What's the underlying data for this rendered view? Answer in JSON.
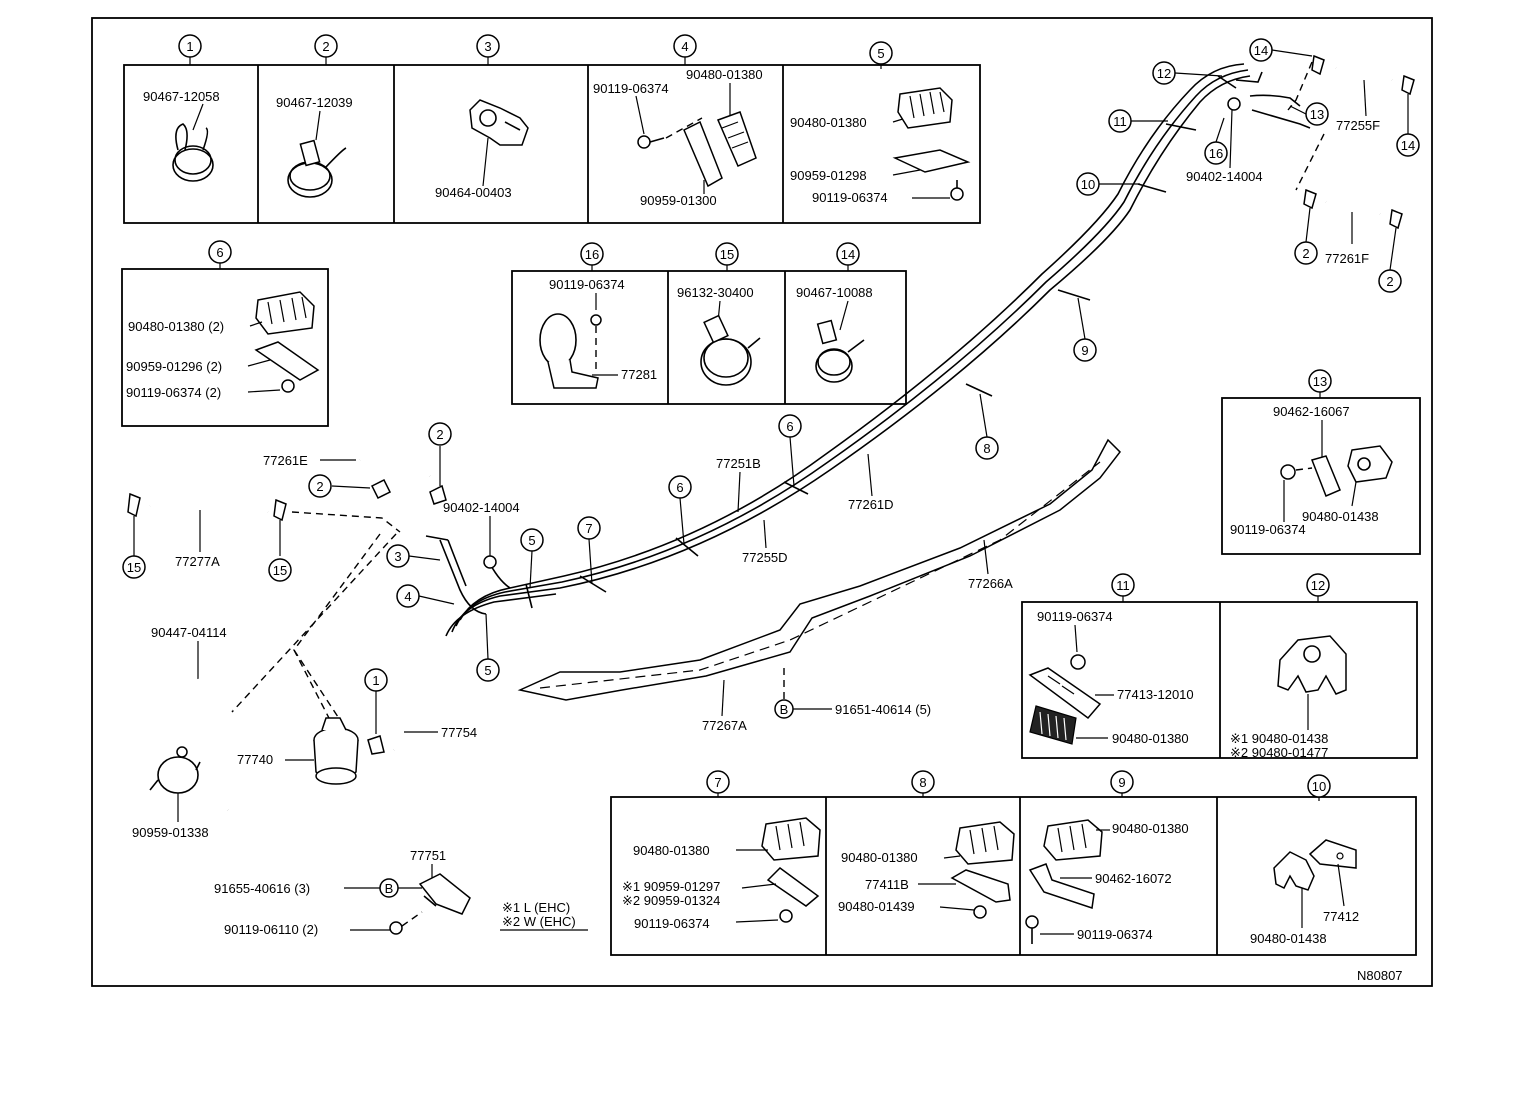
{
  "diagram_code": "N80807",
  "notes": [
    "※1 L (EHC)",
    "※2 W (EHC)"
  ],
  "boxes": {
    "b1": {
      "num": "1",
      "parts": [
        "90467-12058"
      ]
    },
    "b2": {
      "num": "2",
      "parts": [
        "90467-12039"
      ]
    },
    "b3": {
      "num": "3",
      "parts": [
        "90464-00403"
      ]
    },
    "b4": {
      "num": "4",
      "parts": [
        "90480-01380",
        "90119-06374",
        "90959-01300"
      ]
    },
    "b5": {
      "num": "5",
      "parts": [
        "90480-01380",
        "90959-01298",
        "90119-06374"
      ]
    },
    "b6": {
      "num": "6",
      "parts": [
        "90480-01380 (2)",
        "90959-01296 (2)",
        "90119-06374 (2)"
      ]
    },
    "b16": {
      "num": "16",
      "parts": [
        "90119-06374",
        "77281"
      ]
    },
    "b15": {
      "num": "15",
      "parts": [
        "96132-30400"
      ]
    },
    "b14": {
      "num": "14",
      "parts": [
        "90467-10088"
      ]
    },
    "b13": {
      "num": "13",
      "parts": [
        "90462-16067",
        "90119-06374",
        "90480-01438"
      ]
    },
    "b11": {
      "num": "11",
      "parts": [
        "90119-06374",
        "77413-12010",
        "90480-01380"
      ]
    },
    "b12": {
      "num": "12",
      "parts": [
        "※1  90480-01438",
        "※2  90480-01477"
      ]
    },
    "b7": {
      "num": "7",
      "parts": [
        "90480-01380",
        "※1  90959-01297",
        "※2  90959-01324",
        "90119-06374"
      ]
    },
    "b8": {
      "num": "8",
      "parts": [
        "90480-01380",
        "77411B",
        "90480-01439"
      ]
    },
    "b9": {
      "num": "9",
      "parts": [
        "90480-01380",
        "90462-16072",
        "90119-06374"
      ]
    },
    "b10": {
      "num": "10",
      "parts": [
        "77412",
        "90480-01438"
      ]
    }
  },
  "main_labels": {
    "hose_e": "77261E",
    "hose_a": "77277A",
    "part_90402": "90402-14004",
    "part_90402b": "90402-14004",
    "tube_b": "77251B",
    "tube_d": "77261D",
    "tube_255d": "77255D",
    "prot_a": "77266A",
    "prot_267a": "77267A",
    "bolt_91651": "91651-40614 (5)",
    "hose_90447": "90447-04114",
    "canister": "77740",
    "part_77754": "77754",
    "clamp_90959": "90959-01338",
    "bracket": "77751",
    "bolt_91655": "91655-40616 (3)",
    "bolt_90119": "90119-06110 (2)",
    "hose_f": "77255F",
    "hose_261f": "77261F",
    "b_marker": "B"
  },
  "callouts_main": [
    "2",
    "2",
    "3",
    "4",
    "5",
    "5",
    "7",
    "6",
    "6",
    "8",
    "9",
    "10",
    "11",
    "12",
    "14",
    "14",
    "13",
    "16",
    "2",
    "2",
    "15",
    "15",
    "1"
  ]
}
